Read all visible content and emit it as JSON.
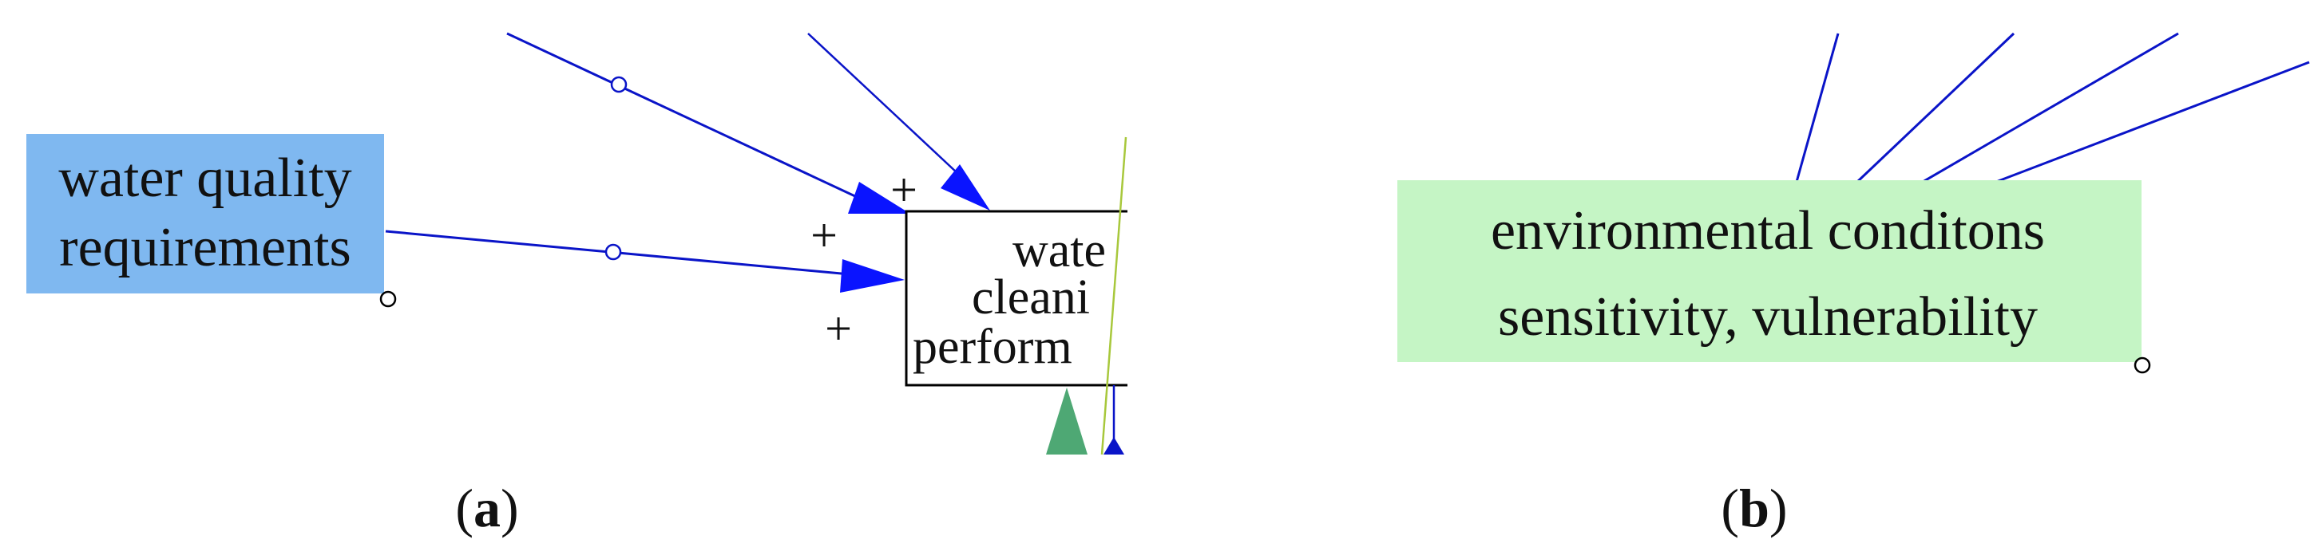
{
  "panel_a": {
    "source_node": {
      "lines": [
        "water quality",
        "requirements"
      ],
      "fill": "#7fb8f0"
    },
    "target_node": {
      "lines": [
        "wate",
        "cleani",
        "perform"
      ]
    },
    "polarity_signs": [
      "+",
      "+",
      "+"
    ],
    "caption": {
      "label": "a"
    }
  },
  "panel_b": {
    "node": {
      "lines": [
        "environmental conditons",
        "sensitivity, vulnerability"
      ],
      "fill": "#c5f5c5"
    },
    "caption": {
      "label": "b"
    }
  },
  "colors": {
    "link": "#0a14c8",
    "arrowhead": "#0a14ff",
    "green_marker": "#4ea874",
    "yellow_green_line": "#a8c83c",
    "box_border": "#000000",
    "text": "#111111"
  }
}
